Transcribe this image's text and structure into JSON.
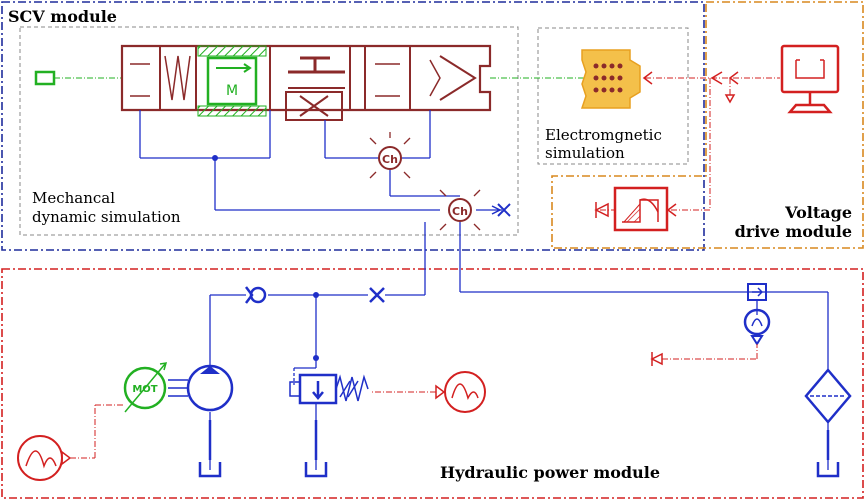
{
  "modules": {
    "scv": {
      "title": "SCV module",
      "color": "#1f2d9c"
    },
    "voltage": {
      "title_line1": "Voltage",
      "title_line2": "drive module",
      "color": "#d9891f"
    },
    "hydraulic": {
      "title": "Hydraulic power module",
      "color": "#d32020"
    }
  },
  "subsystems": {
    "mechanical": {
      "line1": "Mechancal",
      "line2": "dynamic simulation"
    },
    "electromagnetic": {
      "line1": "Electromgnetic",
      "line2": "simulation"
    }
  },
  "components": {
    "motor_label": "M",
    "chamber_label": "Ch",
    "mot_label": "MOT"
  },
  "colors": {
    "mechanical": "#8b2a2a",
    "hydraulic": "#1f2fc8",
    "signal": "#d32020",
    "motor": "#22b022",
    "coil": "#e8a020"
  }
}
